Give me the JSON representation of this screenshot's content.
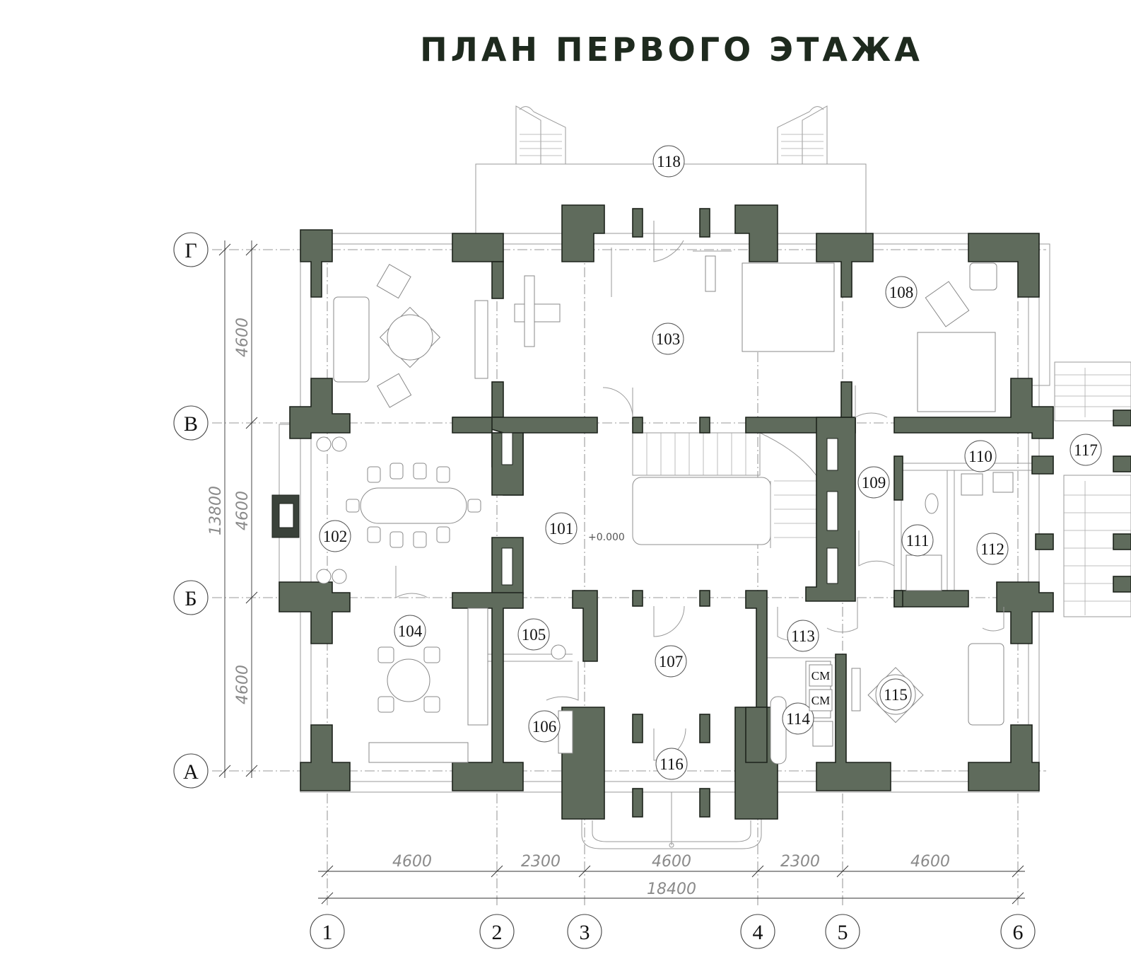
{
  "title": "ПЛАН ПЕРВОГО ЭТАЖА",
  "colors": {
    "wall": "#5f6b5c",
    "wall_outline": "#1d231c",
    "title": "#1e2a1e",
    "dim_text": "#8a8a8a"
  },
  "rooms": [
    "101",
    "102",
    "103",
    "104",
    "105",
    "106",
    "107",
    "108",
    "109",
    "110",
    "111",
    "112",
    "113",
    "114",
    "115",
    "116",
    "117",
    "118"
  ],
  "appliance_labels": [
    "СМ",
    "СМ"
  ],
  "level_mark": "+0.000",
  "axes_letters": [
    "Г",
    "В",
    "Б",
    "А"
  ],
  "axes_numbers": [
    "1",
    "2",
    "3",
    "4",
    "5",
    "6"
  ],
  "dims_horizontal": [
    "4600",
    "2300",
    "4600",
    "2300",
    "4600"
  ],
  "dim_total_horizontal": "18400",
  "dims_vertical": [
    "4600",
    "4600",
    "4600"
  ],
  "dim_total_vertical": "13800"
}
